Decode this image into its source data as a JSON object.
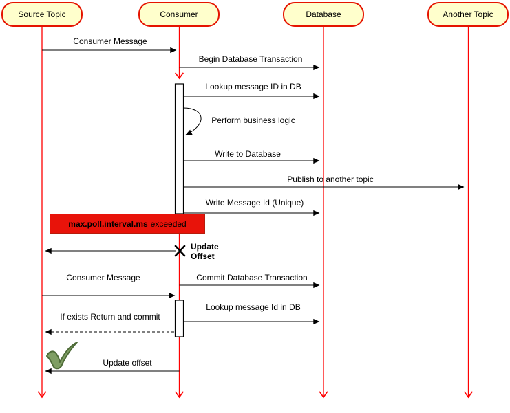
{
  "actors": [
    {
      "label": "Source Topic"
    },
    {
      "label": "Consumer"
    },
    {
      "label": "Database"
    },
    {
      "label": "Another Topic"
    }
  ],
  "messages": {
    "consumer_message_1": "Consumer Message",
    "begin_db_txn": "Begin Database Transaction",
    "lookup_msg_id": "Lookup message ID in DB",
    "perform_logic": "Perform business logic",
    "write_db": "Write to Database",
    "publish_topic": "Publish to another topic",
    "write_msg_id": "Write Message Id (Unique)",
    "consumer_message_2": "Consumer Message",
    "commit_db_txn": "Commit Database Transaction",
    "lookup_msg_id_2": "Lookup message Id in DB",
    "if_exists": "If exists Return and commit",
    "update_offset_msg": "Update offset"
  },
  "note": {
    "bold_text": "max.poll.interval.ms",
    "suffix_text": "exceeded"
  },
  "lost_message": {
    "line1": "Update",
    "line2": "Offset"
  },
  "colors": {
    "lifeline": "#FF0000",
    "actor_fill": "#FFFFCC",
    "actor_border": "#E51400",
    "note_fill": "#E8130A",
    "note_border": "#B71C0C",
    "message_line": "#000000",
    "check_fill": "#7F9E64",
    "check_stroke": "#4E6B38"
  }
}
